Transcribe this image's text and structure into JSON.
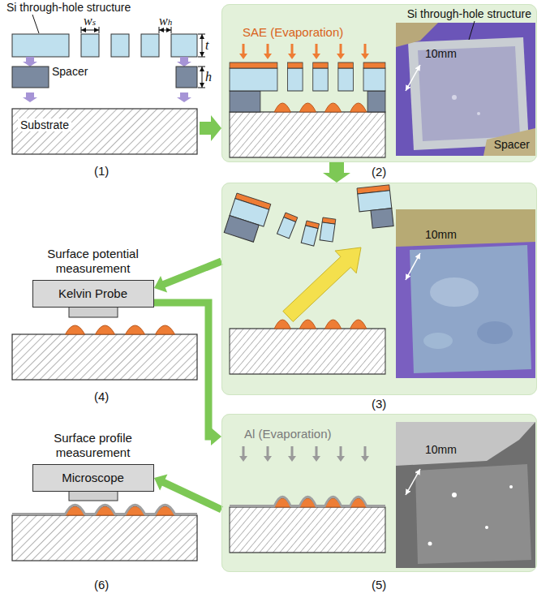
{
  "diagram": {
    "nodes": [
      {
        "text": [
          "SAE (Evaporation)",
          "Si through-hole structure",
          "10mm",
          "Spacer"
        ]
      },
      {
        "text": [
          "Surface potential measurement",
          "Kelvin Probe"
        ]
      },
      {
        "text": [
          "10mm"
        ]
      },
      {
        "text": [
          "Surface profile measurement",
          "Microscope"
        ]
      },
      {
        "text": [
          "Al (Evaporation)",
          "10mm"
        ]
      }
    ],
    "edges": [
      {
        "from": 0,
        "to": 2,
        "arrow": "to"
      },
      {
        "from": 2,
        "to": 1,
        "arrow": "to"
      },
      {
        "from": 1,
        "to": 4,
        "arrow": "to"
      },
      {
        "from": 4,
        "to": 3,
        "arrow": "to"
      }
    ],
    "labels": [
      "Si through-hole structure",
      "ws",
      "wh",
      "t",
      "Spacer",
      "h",
      "Substrate",
      "(1)",
      "(2)",
      "(3)",
      "(4)",
      "(5)",
      "(6)"
    ]
  }
}
